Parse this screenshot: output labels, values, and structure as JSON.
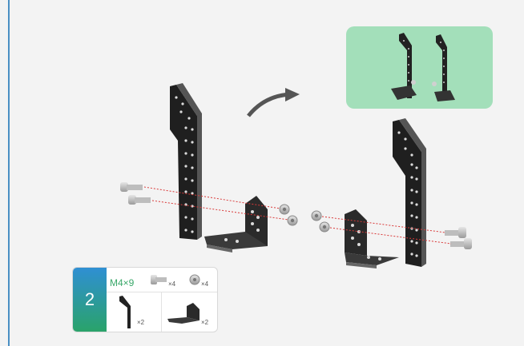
{
  "step": {
    "number": "2"
  },
  "parts": {
    "screw_label": "M4×9",
    "screw_qty": "×4",
    "nut_qty": "×4",
    "long_bracket_qty": "×2",
    "angle_bracket_qty": "×2"
  },
  "colors": {
    "accent_rule": "#4a8fc4",
    "preview_bg": "#a3dfba",
    "badge_top": "#2f8fd3",
    "badge_bottom": "#2aa36a",
    "screw_label_color": "#3aa86a",
    "guide_line": "#d93a3a"
  },
  "icons": [
    "long-bracket-icon",
    "angle-bracket-icon",
    "screw-icon",
    "nut-icon",
    "curved-arrow-icon"
  ]
}
